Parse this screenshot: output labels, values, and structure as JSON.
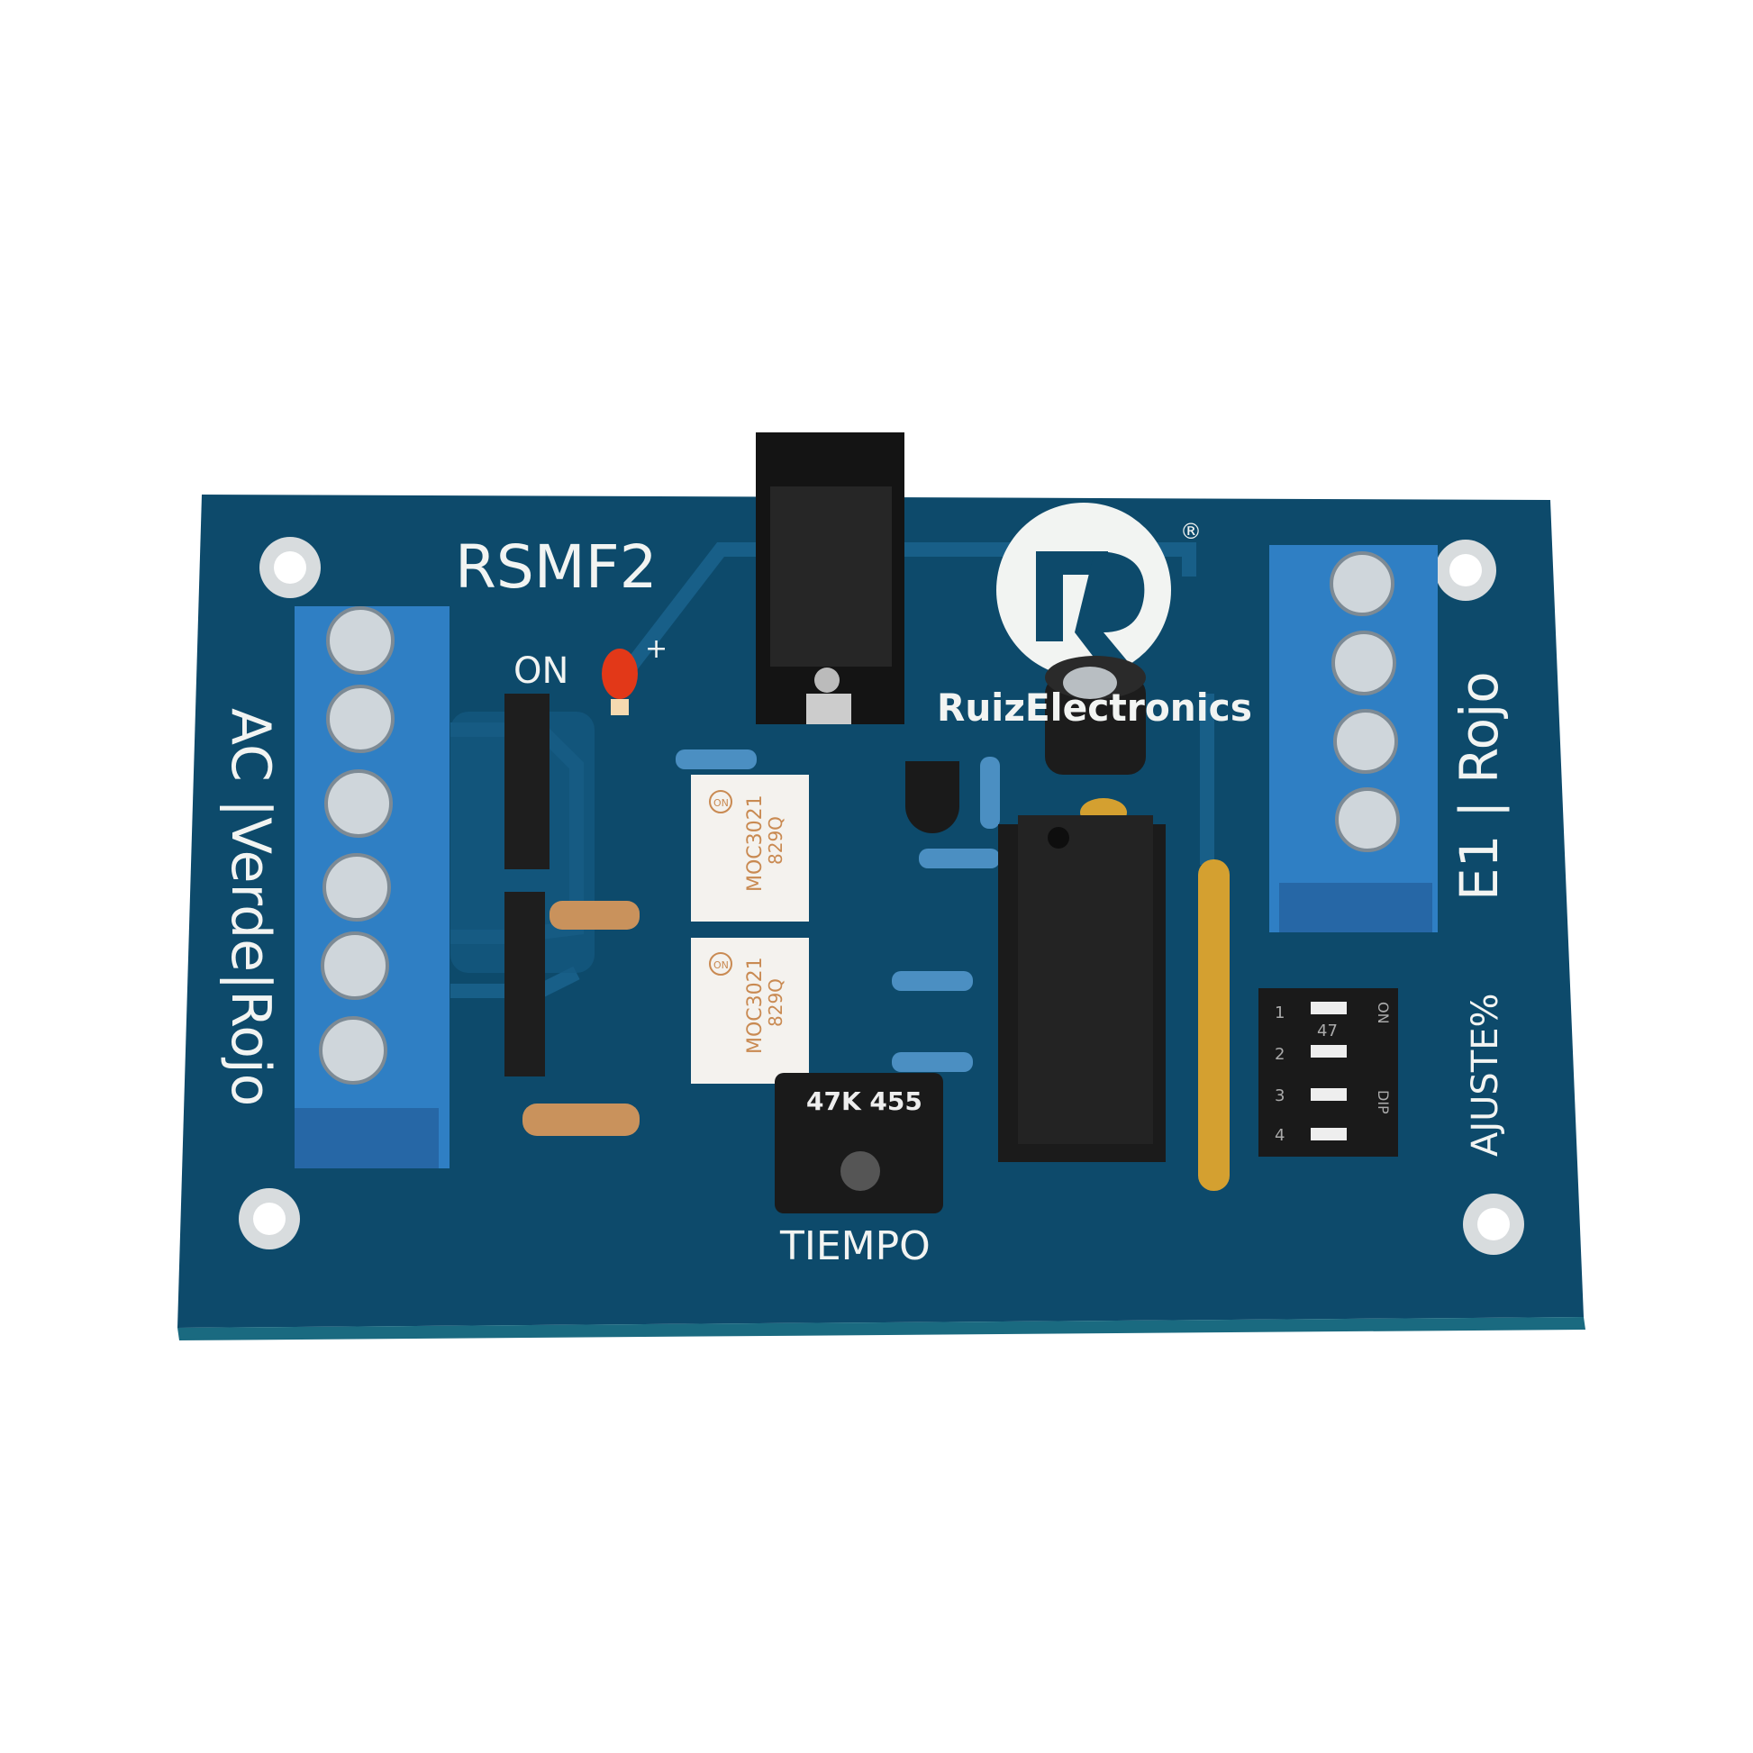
{
  "board": {
    "model": "RSMF2",
    "power_label": "ON",
    "led_polarity": "+",
    "left_terminal_label": "AC |Verde|Rojo",
    "right_terminal_label": "E1 | Rojo",
    "dip_label": "AJUSTE%",
    "trimmer_label": "TIEMPO",
    "brand": "RuizElectronics",
    "registered_mark": "®"
  },
  "components": {
    "optocoupler_1": {
      "part": "MOC3021",
      "code": "829Q",
      "maker": "ON"
    },
    "optocoupler_2": {
      "part": "MOC3021",
      "code": "829Q",
      "maker": "ON"
    },
    "trimmer_marking": "47K 455",
    "dip_switch": {
      "numbers": [
        "1",
        "2",
        "3",
        "4"
      ],
      "value": "47",
      "on": "ON",
      "type": "DIP"
    }
  },
  "colors": {
    "pcb": "#0d4a6b",
    "trace": "#165d86",
    "terminal": "#2f7fc4",
    "silkscreen": "#f2f4f2",
    "capacitor": "#d4a030"
  }
}
